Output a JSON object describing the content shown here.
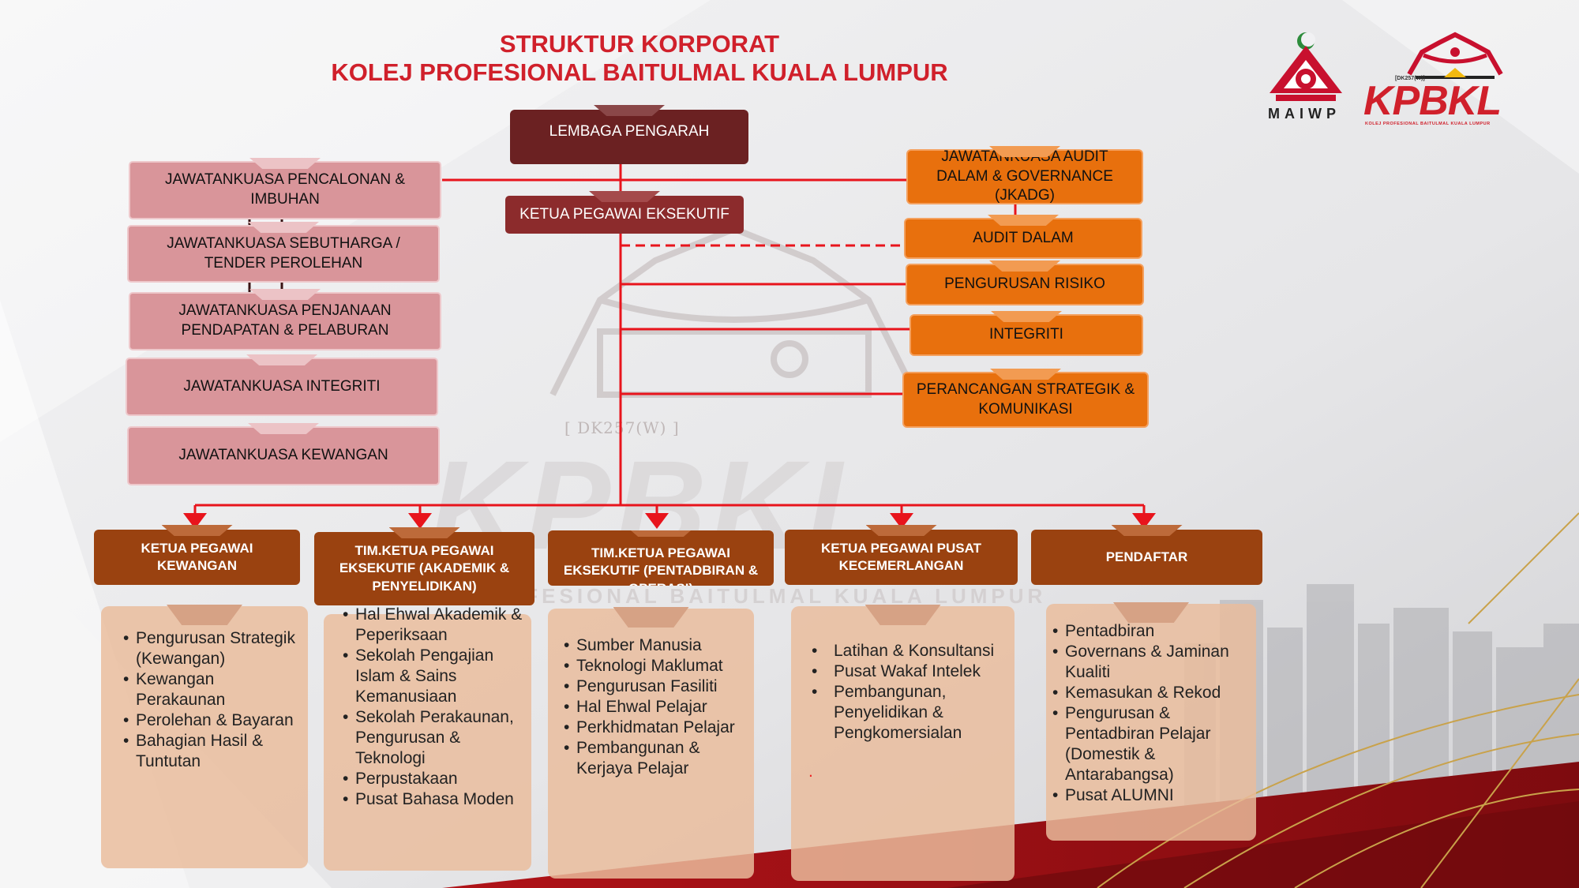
{
  "header": {
    "title_line1": "STRUKTUR KORPORAT",
    "title_line2": "KOLEJ PROFESIONAL BAITULMAL KUALA LUMPUR"
  },
  "logos": {
    "maiwp": {
      "icon": "maiwp-emblem",
      "caption": "MAIWP"
    },
    "kpbkl": {
      "icon": "kpbkl-emblem",
      "wordmark": "KPBKL",
      "small_text": "[DK257(W)]",
      "subline": "KOLEJ PROFESIONAL BAITULMAL KUALA LUMPUR"
    }
  },
  "watermark": {
    "wordmark": "KPBKL",
    "code": "[ DK257(W) ]",
    "subline": "KOLEJ PROFESIONAL BAITULMAL KUALA LUMPUR"
  },
  "board": {
    "label": "LEMBAGA PENGARAH"
  },
  "ceo": {
    "label": "KETUA PEGAWAI EKSEKUTIF"
  },
  "committees": [
    {
      "label": "JAWATANKUASA PENCALONAN & IMBUHAN"
    },
    {
      "label": "JAWATANKUASA SEBUTHARGA / TENDER PEROLEHAN"
    },
    {
      "label": "JAWATANKUASA PENJANAAN PENDAPATAN & PELABURAN"
    },
    {
      "label": "JAWATANKUASA INTEGRITI"
    },
    {
      "label": "JAWATANKUASA KEWANGAN"
    }
  ],
  "right_units": [
    {
      "label": "JAWATANKUASA AUDIT DALAM & GOVERNANCE  (JKADG)"
    },
    {
      "label": "AUDIT DALAM"
    },
    {
      "label": "PENGURUSAN RISIKO"
    },
    {
      "label": "INTEGRITI"
    },
    {
      "label": "PERANCANGAN STRATEGIK & KOMUNIKASI"
    }
  ],
  "departments": [
    {
      "label": "KETUA PEGAWAI KEWANGAN",
      "items": [
        "Pengurusan Strategik (Kewangan)",
        "Kewangan Perakaunan",
        "Perolehan & Bayaran",
        "Bahagian Hasil & Tuntutan"
      ]
    },
    {
      "label": "TIM.KETUA PEGAWAI EKSEKUTIF (AKADEMIK & PENYELIDIKAN)",
      "items": [
        "Hal Ehwal Akademik & Peperiksaan",
        " Sekolah Pengajian Islam & Sains Kemanusiaan",
        "Sekolah Perakaunan, Pengurusan & Teknologi",
        "Perpustakaan",
        "Pusat Bahasa Moden"
      ]
    },
    {
      "label": "TIM.KETUA PEGAWAI EKSEKUTIF (PENTADBIRAN & OPERASI)",
      "items": [
        "Sumber Manusia",
        "Teknologi Maklumat",
        "Pengurusan Fasiliti",
        "Hal Ehwal Pelajar",
        "Perkhidmatan Pelajar",
        "Pembangunan & Kerjaya Pelajar"
      ]
    },
    {
      "label": "KETUA PEGAWAI PUSAT KECEMERLANGAN",
      "items": [
        "Latihan & Konsultansi",
        "Pusat Wakaf Intelek",
        "Pembangunan, Penyelidikan & Pengkomersialan"
      ]
    },
    {
      "label": "PENDAFTAR",
      "items": [
        "Pentadbiran",
        "Governans & Jaminan Kualiti",
        "Kemasukan & Rekod",
        "Pengurusan & Pentadbiran Pelajar (Domestik &  Antarabangsa)",
        "Pusat ALUMNI"
      ]
    }
  ],
  "colors": {
    "title_red": "#d0202b",
    "line_red": "#e8141c",
    "board": "#6b2122",
    "ceo": "#8c2b2c",
    "committee": "#d9959a",
    "orange_unit": "#e8700d",
    "department": "#9a4210",
    "panel": "#eabc9c"
  }
}
